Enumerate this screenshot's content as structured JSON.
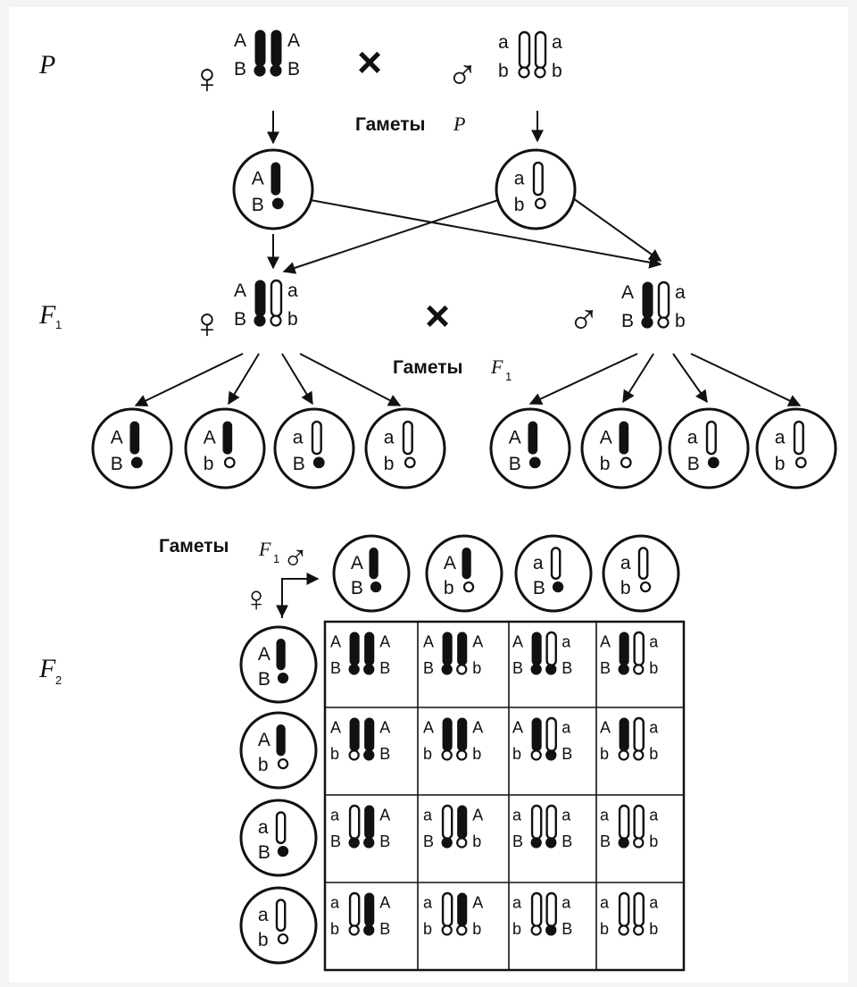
{
  "generations": {
    "p": "P",
    "f1": "F",
    "f1_sub": "1",
    "f2": "F",
    "f2_sub": "2"
  },
  "cross_symbol": "×",
  "sex_symbols": {
    "female": "♀",
    "male": "♂"
  },
  "gametes_p_label": {
    "word": "Гаметы",
    "gen": "P"
  },
  "gametes_f1_label": {
    "word": "Гаметы",
    "gen": "F",
    "sub": "1"
  },
  "gametes_f1_grid_label": {
    "word": "Гаметы",
    "gen": "F",
    "sub": "1"
  },
  "parents": {
    "female": {
      "left_top": "A",
      "left_bottom": "B",
      "right_top": "A",
      "right_bottom": "B"
    },
    "male": {
      "left_top": "a",
      "left_bottom": "b",
      "right_top": "a",
      "right_bottom": "b"
    }
  },
  "gametes_p": [
    {
      "top": "A",
      "bottom": "B"
    },
    {
      "top": "a",
      "bottom": "b"
    }
  ],
  "f1_parents": {
    "female": {
      "left_top": "A",
      "left_bottom": "B",
      "right_top": "a",
      "right_bottom": "b"
    },
    "male": {
      "left_top": "A",
      "left_bottom": "B",
      "right_top": "a",
      "right_bottom": "b"
    }
  },
  "gametes_f1": [
    {
      "top": "A",
      "bottom": "B"
    },
    {
      "top": "A",
      "bottom": "b"
    },
    {
      "top": "a",
      "bottom": "B"
    },
    {
      "top": "a",
      "bottom": "b"
    }
  ],
  "punnett": {
    "rows": [
      [
        {
          "tl": "A",
          "bl": "B",
          "tr": "A",
          "br": "B"
        },
        {
          "tl": "A",
          "bl": "B",
          "tr": "A",
          "br": "b"
        },
        {
          "tl": "A",
          "bl": "B",
          "tr": "a",
          "br": "B"
        },
        {
          "tl": "A",
          "bl": "B",
          "tr": "a",
          "br": "b"
        }
      ],
      [
        {
          "tl": "A",
          "bl": "b",
          "tr": "A",
          "br": "B"
        },
        {
          "tl": "A",
          "bl": "b",
          "tr": "A",
          "br": "b"
        },
        {
          "tl": "A",
          "bl": "b",
          "tr": "a",
          "br": "B"
        },
        {
          "tl": "A",
          "bl": "b",
          "tr": "a",
          "br": "b"
        }
      ],
      [
        {
          "tl": "a",
          "bl": "B",
          "tr": "A",
          "br": "B"
        },
        {
          "tl": "a",
          "bl": "B",
          "tr": "A",
          "br": "b"
        },
        {
          "tl": "a",
          "bl": "B",
          "tr": "a",
          "br": "B"
        },
        {
          "tl": "a",
          "bl": "B",
          "tr": "a",
          "br": "b"
        }
      ],
      [
        {
          "tl": "a",
          "bl": "b",
          "tr": "A",
          "br": "B"
        },
        {
          "tl": "a",
          "bl": "b",
          "tr": "A",
          "br": "b"
        },
        {
          "tl": "a",
          "bl": "b",
          "tr": "a",
          "br": "B"
        },
        {
          "tl": "a",
          "bl": "b",
          "tr": "a",
          "br": "b"
        }
      ]
    ]
  },
  "colors": {
    "ink": "#111111",
    "background": "#ffffff",
    "page": "#f4f4f4"
  }
}
